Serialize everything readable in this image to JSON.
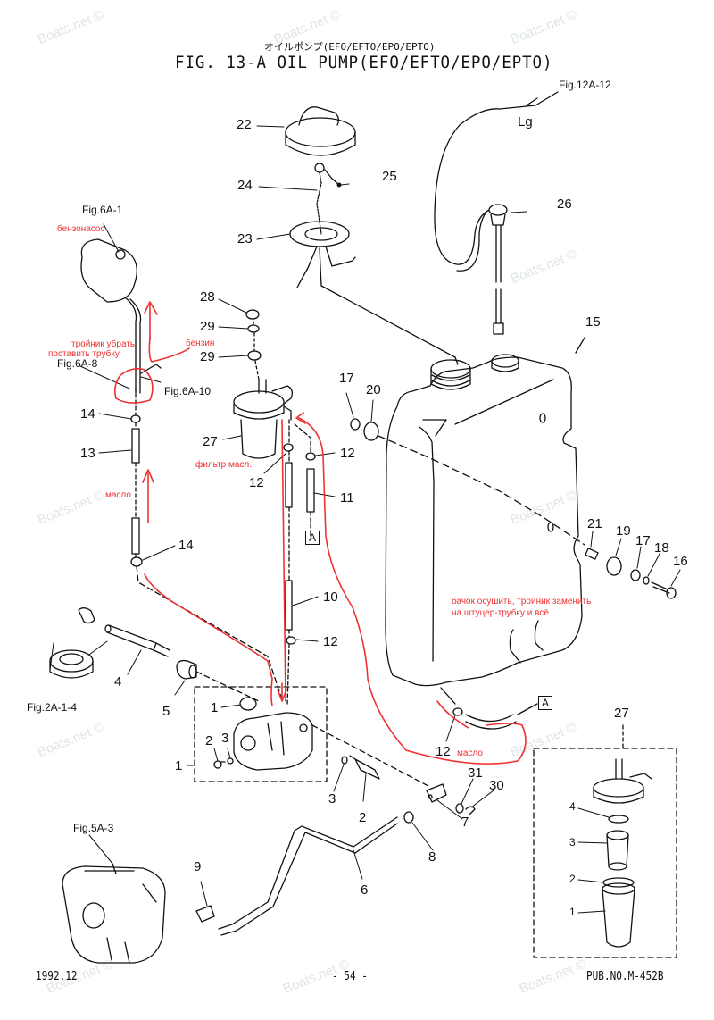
{
  "figure": {
    "title_jp": "オイルポンプ(EFO/EFTO/EPO/EPTO)",
    "title": "FIG. 13-A OIL PUMP(EFO/EFTO/EPO/EPTO)"
  },
  "watermark": "Boats.net ©",
  "references": {
    "fig_12a_12": "Fig.12A-12",
    "lg": "Lg",
    "fig_6a_1": "Fig.6A-1",
    "fig_6a_8": "Fig.6A-8",
    "fig_6a_10": "Fig.6A-10",
    "fig_2a_1_4": "Fig.2A-1-4",
    "fig_5a_3": "Fig.5A-3",
    "connector_a": "A"
  },
  "part_labels": {
    "p1a": "1",
    "p1b": "1",
    "p1c": "1",
    "p2a": "2",
    "p2b": "2",
    "p2c": "2",
    "p3a": "3",
    "p3b": "3",
    "p3c": "3",
    "p4a": "4",
    "p4b": "4",
    "p5": "5",
    "p6": "6",
    "p7": "7",
    "p8": "8",
    "p9": "9",
    "p10": "10",
    "p11": "11",
    "p12a": "12",
    "p12b": "12",
    "p12c": "12",
    "p12d": "12",
    "p13": "13",
    "p14a": "14",
    "p14b": "14",
    "p15": "15",
    "p16": "16",
    "p17a": "17",
    "p17b": "17",
    "p18": "18",
    "p19": "19",
    "p20": "20",
    "p21": "21",
    "p22": "22",
    "p23": "23",
    "p24": "24",
    "p25": "25",
    "p26": "26",
    "p27a": "27",
    "p27b": "27",
    "p28": "28",
    "p29a": "29",
    "p29b": "29",
    "p30": "30",
    "p31": "31"
  },
  "annotations": {
    "fuel_pump": "бензонасос",
    "remove_tee_line1": "тройник убрать",
    "remove_tee_line2": "поставить трубку",
    "gasoline": "бензин",
    "oil_filter": "фильтр масл.",
    "oil_left": "масло",
    "oil_bottom": "масло",
    "tank_note_line1": "бачок осушить, тройник заменить",
    "tank_note_line2": "на штуцер-трубку и всё"
  },
  "footer": {
    "date": "1992.12",
    "page": "- 54 -",
    "pub_no": "PUB.NO.M-452B"
  },
  "colors": {
    "ink": "#111111",
    "annotation_red": "#f03030",
    "watermark": "#dfe6e4"
  }
}
